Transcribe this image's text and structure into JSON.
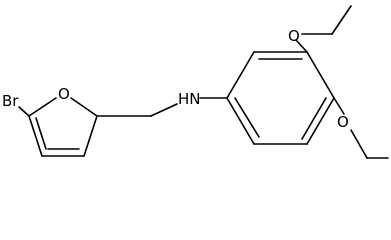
{
  "molecule": {
    "atom_labels": {
      "bromine": "Br",
      "furan_oxygen": "O",
      "amine": "HN",
      "ether_oxygen_upper": "O",
      "ether_oxygen_lower": "O"
    },
    "colors": {
      "bond": "#000000",
      "label": "#000000",
      "background": "#ffffff"
    }
  }
}
